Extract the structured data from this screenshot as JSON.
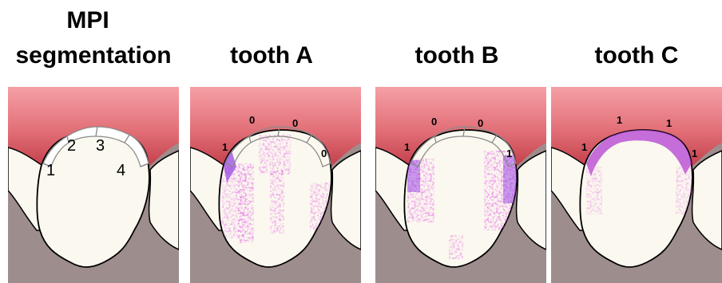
{
  "titles": {
    "seg_line1": "MPI",
    "seg_line2": "segmentation",
    "tooth_a": "tooth A",
    "tooth_b": "tooth B",
    "tooth_c": "tooth C"
  },
  "segmentation_labels": [
    "1",
    "2",
    "3",
    "4"
  ],
  "scores": {
    "tooth_a": [
      "1",
      "0",
      "0",
      "0"
    ],
    "tooth_b": [
      "1",
      "0",
      "0",
      "1"
    ],
    "tooth_c": [
      "1",
      "1",
      "1",
      "1"
    ]
  },
  "colors": {
    "gum_top": "#f49aa0",
    "gum_bottom": "#c8404e",
    "bone": "#9f8e8e",
    "enamel": "#fbf8ef",
    "plaque": "#cc33cc",
    "plaque_dark": "#8a2be2"
  }
}
